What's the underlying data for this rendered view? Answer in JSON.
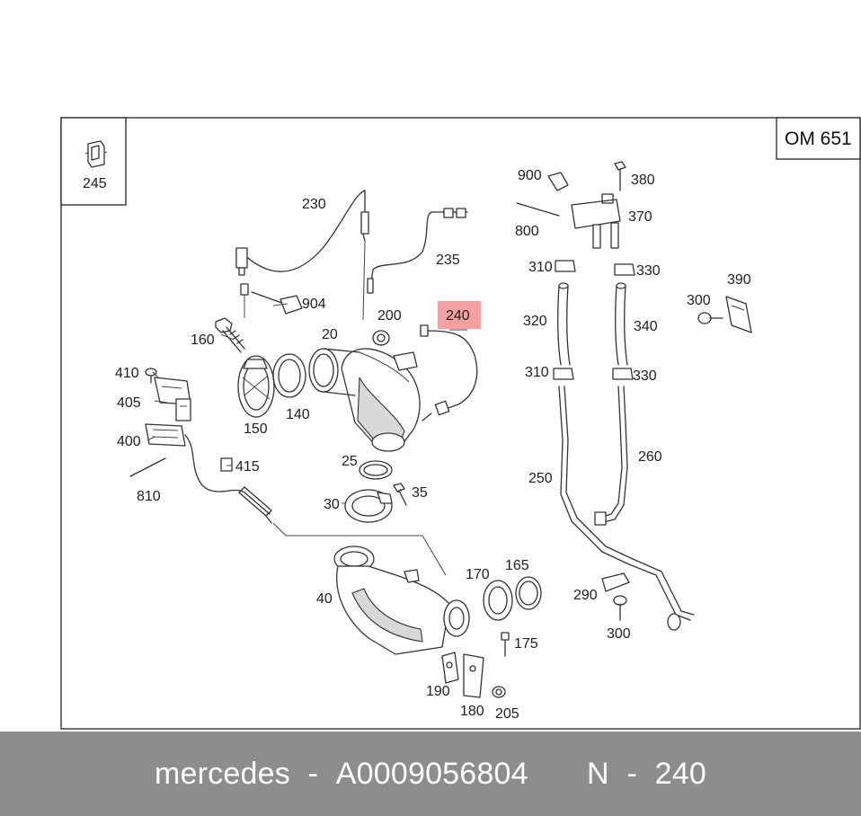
{
  "engine_label": "OM 651",
  "inset_part": "245",
  "part_numbers": [
    "230",
    "235",
    "904",
    "160",
    "20",
    "200",
    "240",
    "410",
    "405",
    "150",
    "140",
    "400",
    "415",
    "810",
    "25",
    "35",
    "30",
    "40",
    "170",
    "165",
    "175",
    "190",
    "180",
    "205",
    "900",
    "380",
    "370",
    "800",
    "310",
    "330",
    "390",
    "300",
    "320",
    "340",
    "260",
    "250",
    "290"
  ],
  "highlight_color": "#f4a0a0",
  "footer": {
    "brand": "mercedes",
    "separator1": "-",
    "part_code": "A0009056804",
    "n_label": "N",
    "separator2": "-",
    "position_number": "240"
  }
}
